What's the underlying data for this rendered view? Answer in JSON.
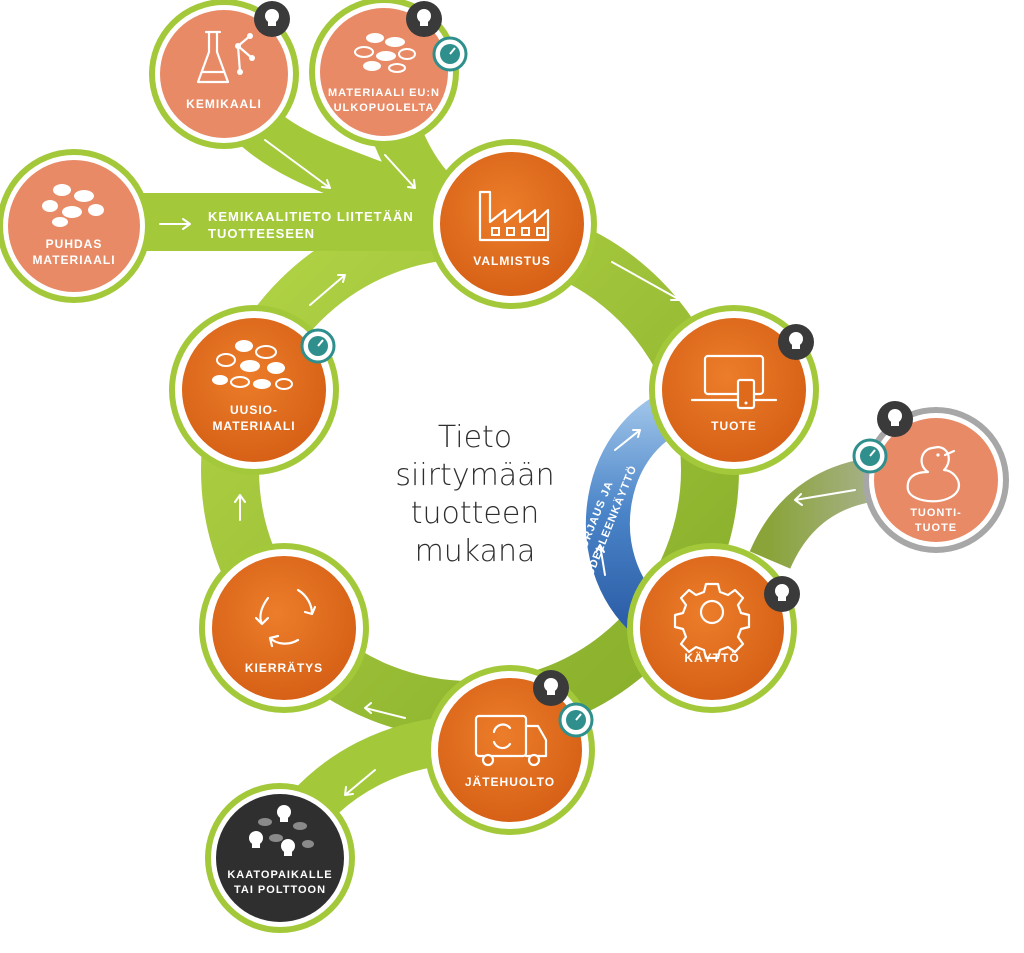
{
  "center_text": [
    "Tieto",
    "siirtymään",
    "tuotteen",
    "mukana"
  ],
  "flow_label": [
    "KEMIKAALITIETO LIITETÄÄN",
    "TUOTTEESEEN"
  ],
  "repair_label": [
    "KORJAUS JA",
    "UUDELLEENKÄYTTÖ"
  ],
  "nodes": {
    "kemikaali": [
      "KEMIKAALI"
    ],
    "materiaali_eu": [
      "MATERIAALI EU:N",
      "ULKOPUOLELTA"
    ],
    "puhdas": [
      "PUHDAS",
      "MATERIAALI"
    ],
    "valmistus": [
      "VALMISTUS"
    ],
    "tuote": [
      "TUOTE"
    ],
    "tuontituote": [
      "TUONTI-",
      "TUOTE"
    ],
    "kaytto": [
      "KÄYTTÖ"
    ],
    "jatehuolto": [
      "JÄTEHUOLTO"
    ],
    "kierratys": [
      "KIERRÄTYS"
    ],
    "uusiomateriaali": [
      "UUSIO-",
      "MATERIAALI"
    ],
    "kaatopaikalle": [
      "KAATOPAIKALLE",
      "TAI POLTTOON"
    ]
  },
  "icons": {
    "kemikaali": "flask-molecule-icon",
    "materiaali_eu": "pellets-icon",
    "puhdas": "pellets-icon",
    "valmistus": "factory-icon",
    "tuote": "laptop-phone-icon",
    "tuontituote": "rubber-duck-icon",
    "kaytto": "gear-icon",
    "jatehuolto": "waste-truck-icon",
    "kierratys": "recycle-arrows-icon",
    "uusiomateriaali": "pellets-icon",
    "kaatopaikalle": "skulls-pellets-icon",
    "hazard_badge": "skull-icon",
    "timer_badge": "gauge-icon"
  },
  "colors": {
    "green_light": "#a3c93a",
    "green_dark": "#7fa826",
    "orange": "#e06a1c",
    "salmon": "#e88a66",
    "grey_ring": "#a7a7a7",
    "grey_band": "#8f9683",
    "dark_node": "#2f2f2f",
    "blue": "#4a84c8",
    "badge_dark": "#3a3a3a",
    "badge_teal": "#2f8f8c"
  }
}
